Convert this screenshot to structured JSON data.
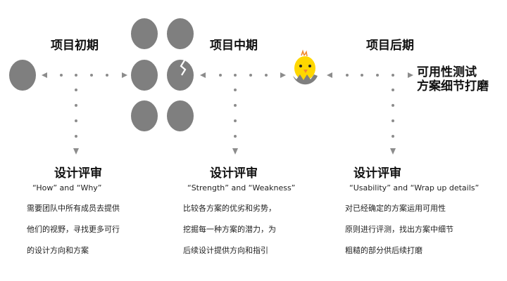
{
  "colors": {
    "egg": "#7f7f7f",
    "dots": "#8c8c8c",
    "chick": "#ffd700",
    "beak": "#f28a2e",
    "text": "#111111"
  },
  "phases": [
    {
      "title": "项目初期"
    },
    {
      "title": "项目中期"
    },
    {
      "title": "项目后期"
    }
  ],
  "final_goal": {
    "line1": "可用性测试",
    "line2": "方案细节打磨"
  },
  "reviews": [
    {
      "title": "设计评审",
      "keywords": "“How”  and  “Why”",
      "desc": [
        "需要团队中所有成员去提供",
        "他们的视野，寻找更多可行",
        "的设计方向和方案"
      ]
    },
    {
      "title": "设计评审",
      "keywords": "“Strength”  and  “Weakness”",
      "desc": [
        " 比较各方案的优劣和劣势，",
        "挖掘每一种方案的潜力，为",
        "后续设计提供方向和指引"
      ]
    },
    {
      "title": "设计评审",
      "keywords": "“Usability” and  “Wrap up details”",
      "desc": [
        "对已经确定的方案运用可用性",
        "原则进行评测，找出方案中细节",
        "粗糙的部分供后续打磨"
      ]
    }
  ]
}
